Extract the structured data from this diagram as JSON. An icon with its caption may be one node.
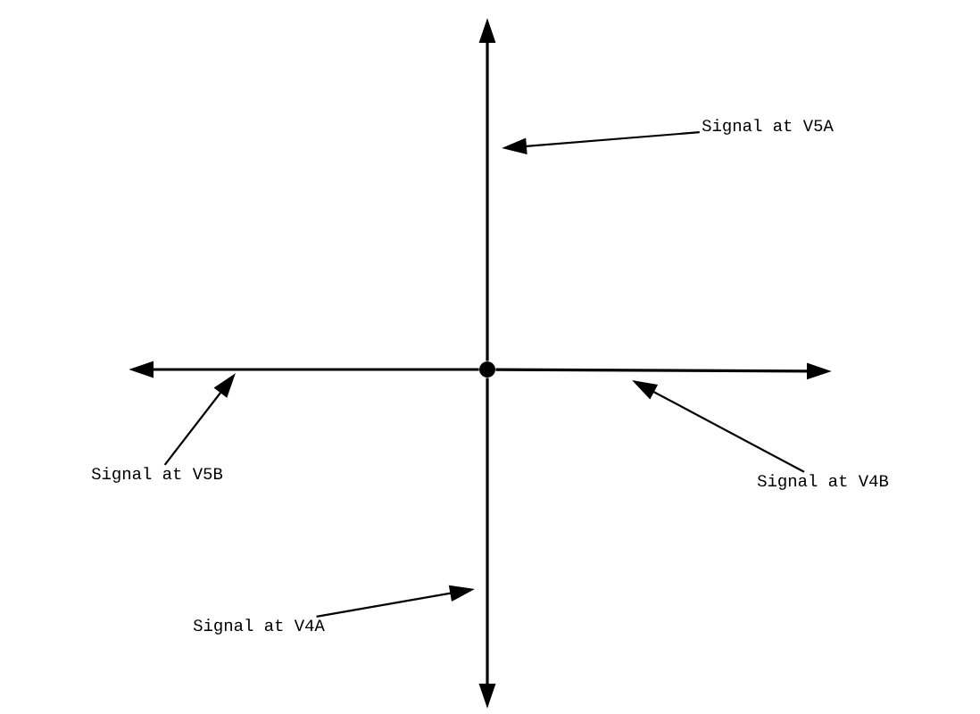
{
  "diagram": {
    "nodes": [
      {
        "text": [
          "Signal at V5A"
        ]
      },
      {
        "text": [
          "Signal at V5B"
        ]
      },
      {
        "text": [
          "Signal at V4B"
        ]
      },
      {
        "text": [
          "Signal at V4A"
        ]
      },
      {
        "text": [],
        "shape": "circle"
      }
    ],
    "edges": [
      {
        "from": 4,
        "to": null,
        "arrow": "to"
      },
      {
        "from": 4,
        "to": null,
        "arrow": "to"
      },
      {
        "from": 4,
        "to": null,
        "arrow": "to"
      },
      {
        "from": 4,
        "to": null,
        "arrow": "to"
      },
      {
        "from": 0,
        "to": null,
        "arrow": "to"
      },
      {
        "from": 1,
        "to": null,
        "arrow": "to"
      },
      {
        "from": 2,
        "to": null,
        "arrow": "to"
      },
      {
        "from": 3,
        "to": null,
        "arrow": "to"
      }
    ]
  }
}
